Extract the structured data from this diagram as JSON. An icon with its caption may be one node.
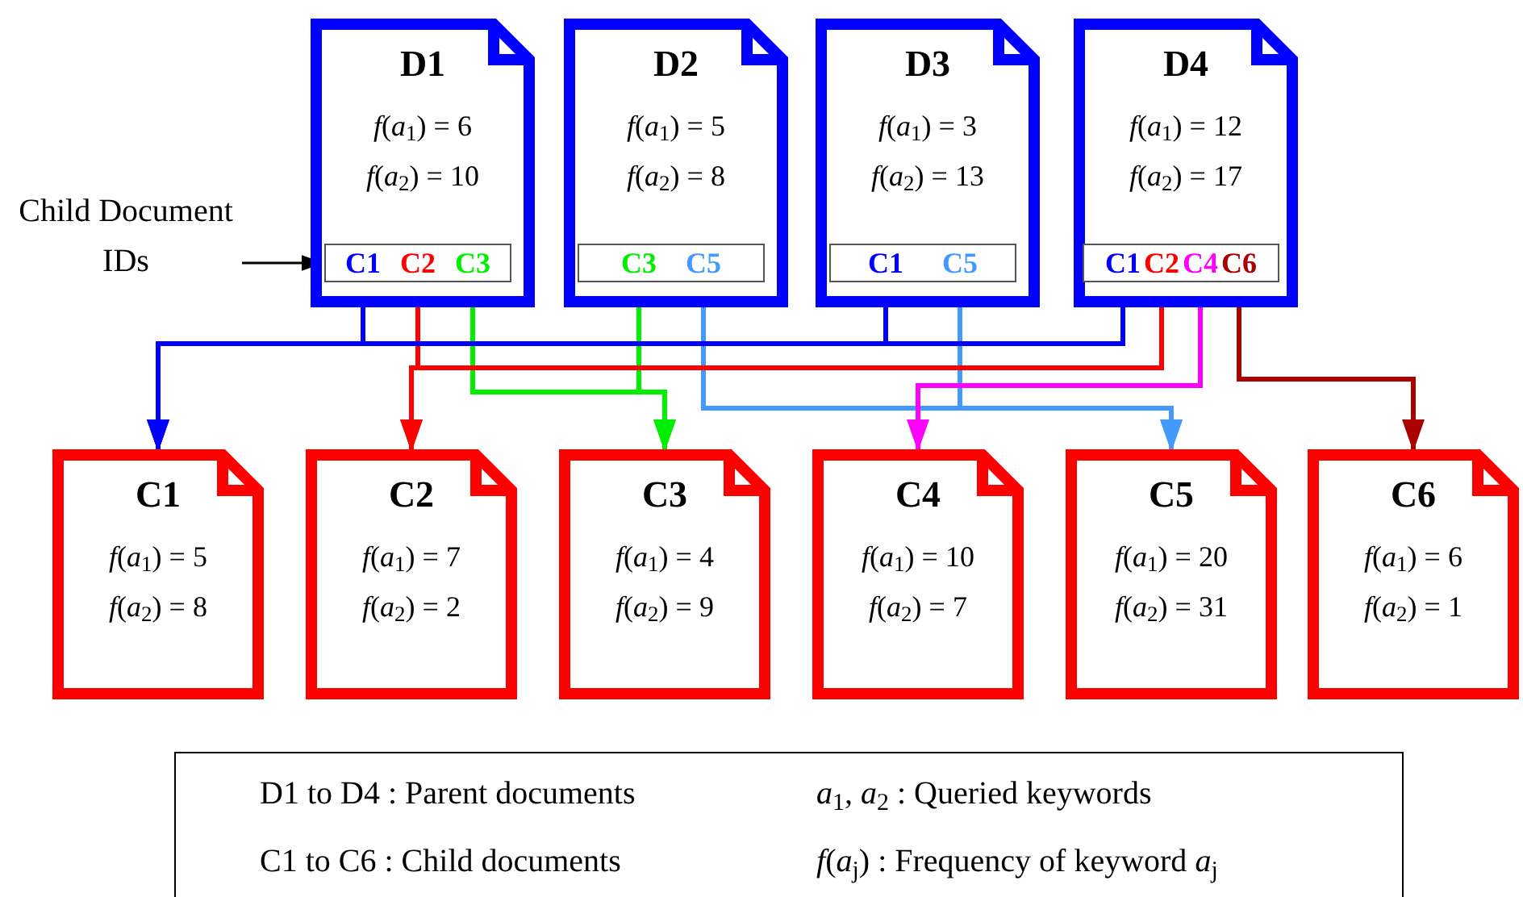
{
  "diagram": {
    "nodes": [
      {
        "text": [
          "D1",
          "*f*(*a*$_{1}$) = 6",
          "*f*(*a*$_{2}$) = 10"
        ]
      },
      {
        "text": [],
        "shape": "box",
        "in": 0
      },
      {
        "text": [
          "C1"
        ],
        "in": 1
      },
      {
        "text": [
          "C2"
        ],
        "in": 1
      },
      {
        "text": [
          "C3"
        ],
        "in": 1
      },
      {
        "text": [
          "D2",
          "*f*(*a*$_{1}$) = 5",
          "*f*(*a*$_{2}$) = 8"
        ]
      },
      {
        "text": [],
        "shape": "box",
        "in": 5
      },
      {
        "text": [
          "C3"
        ],
        "in": 6
      },
      {
        "text": [
          "C5"
        ],
        "in": 6
      },
      {
        "text": [
          "D3",
          "*f*(*a*$_{1}$) = 3",
          "*f*(*a*$_{2}$) = 13"
        ]
      },
      {
        "text": [],
        "shape": "box",
        "in": 9
      },
      {
        "text": [
          "C1"
        ],
        "in": 10
      },
      {
        "text": [
          "C5"
        ],
        "in": 10
      },
      {
        "text": [
          "D4",
          "*f*(*a*$_{1}$) = 12",
          "*f*(*a*$_{2}$) = 17"
        ]
      },
      {
        "text": [],
        "shape": "box",
        "in": 13
      },
      {
        "text": [
          "C1"
        ],
        "in": 14
      },
      {
        "text": [
          "C2"
        ],
        "in": 14
      },
      {
        "text": [
          "C4"
        ],
        "in": 14
      },
      {
        "text": [
          "C6"
        ],
        "in": 14
      },
      {
        "text": [
          "C1",
          "*f*(*a*$_{1}$) = 5",
          "*f*(*a*$_{2}$) = 8"
        ]
      },
      {
        "text": [
          "C2",
          "*f*(*a*$_{1}$) = 7",
          "*f*(*a*$_{2}$) = 2"
        ]
      },
      {
        "text": [
          "C3",
          "*f*(*a*$_{1}$) = 4",
          "*f*(*a*$_{2}$) = 9"
        ]
      },
      {
        "text": [
          "C4",
          "*f*(*a*$_{1}$) = 10",
          "*f*(*a*$_{2}$) = 7"
        ]
      },
      {
        "text": [
          "C5",
          "*f*(*a*$_{1}$) = 20",
          "*f*(*a*$_{2}$) = 31"
        ]
      },
      {
        "text": [
          "C6",
          "*f*(*a*$_{1}$) = 6",
          "*f*(*a*$_{2}$) = 1"
        ]
      },
      {
        "text": [
          "Child Document IDs"
        ]
      },
      {
        "text": [
          "D1 to D4 : Parent documents",
          "*a*$_{1}$, *a*$_{2}$ : Queried keywords",
          "C1 to C6 : Child documents",
          "*f*(*a*$_{j}$) : Frequency of keyword *a*$_{j}$"
        ]
      }
    ],
    "edges": [
      {
        "from": 2,
        "to": 19,
        "arrow": "to",
        "color": "#0000ff"
      },
      {
        "from": 3,
        "to": 20,
        "arrow": "to",
        "color": "#ff0000"
      },
      {
        "from": 4,
        "to": 21,
        "arrow": "to",
        "color": "#00ee00"
      },
      {
        "from": 7,
        "to": 21,
        "arrow": "to",
        "color": "#00ee00"
      },
      {
        "from": 8,
        "to": 23,
        "arrow": "to",
        "color": "#4499ff"
      },
      {
        "from": 11,
        "to": 19,
        "arrow": "to",
        "color": "#0000ff"
      },
      {
        "from": 12,
        "to": 23,
        "arrow": "to",
        "color": "#4499ff"
      },
      {
        "from": 15,
        "to": 19,
        "arrow": "to",
        "color": "#0000ff"
      },
      {
        "from": 16,
        "to": 20,
        "arrow": "to",
        "color": "#ff0000"
      },
      {
        "from": 17,
        "to": 22,
        "arrow": "to",
        "color": "#ff00ff"
      },
      {
        "from": 18,
        "to": 24,
        "arrow": "to",
        "color": "#aa0000"
      },
      {
        "from": 25,
        "to": 1,
        "arrow": "to",
        "color": "#000000"
      }
    ]
  }
}
